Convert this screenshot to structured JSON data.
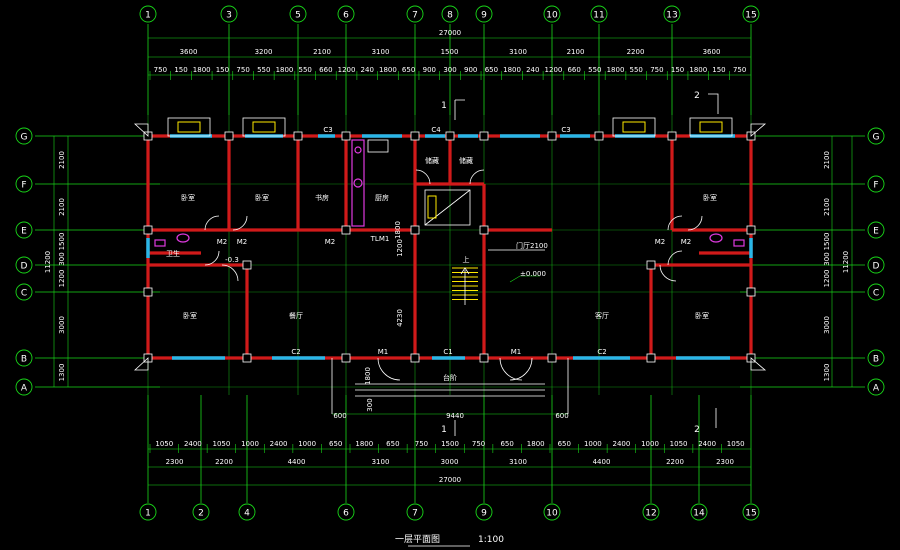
{
  "drawing": {
    "title": "一层平面图",
    "scale": "1:100",
    "colors": {
      "background": "#000000",
      "grid": "#19d819",
      "wall": "#d11a1a",
      "window": "#29b7e8",
      "text": "#ffffff",
      "fixture": "#e03ae0",
      "stair": "#ffea00"
    }
  },
  "axes": {
    "top": [
      "1",
      "3",
      "5",
      "6",
      "7",
      "8",
      "9",
      "10",
      "11",
      "13",
      "15"
    ],
    "bottom": [
      "1",
      "2",
      "4",
      "6",
      "7",
      "9",
      "10",
      "12",
      "14",
      "15"
    ],
    "left": [
      "G",
      "F",
      "E",
      "D",
      "C",
      "B",
      "A"
    ],
    "right": [
      "G",
      "F",
      "E",
      "D",
      "C",
      "B",
      "A"
    ]
  },
  "dimensions": {
    "top_total": "27000",
    "top_row1": [
      "3600",
      "3200",
      "2100",
      "3100",
      "1500",
      "3100",
      "2100",
      "2200",
      "3600"
    ],
    "top_row2": [
      "750",
      "150",
      "1800",
      "150",
      "750",
      "550",
      "1800",
      "550",
      "660",
      "1200",
      "240",
      "1800",
      "650",
      "900",
      "300",
      "900",
      "650",
      "1800",
      "240",
      "1200",
      "660",
      "550",
      "1800",
      "550",
      "750",
      "150",
      "1800",
      "150",
      "750"
    ],
    "bottom_row1": [
      "1050",
      "2400",
      "1050",
      "1000",
      "2400",
      "1000",
      "650",
      "1800",
      "650",
      "750",
      "1500",
      "750",
      "650",
      "1800",
      "650",
      "1000",
      "2400",
      "1000",
      "1050",
      "2400",
      "1050"
    ],
    "bottom_row2": [
      "2300",
      "2200",
      "4400",
      "3100",
      "3000",
      "3100",
      "4400",
      "2200",
      "2300"
    ],
    "bottom_total": "27000",
    "left": [
      "2100",
      "2100",
      "1500",
      "300",
      "1200",
      "3000",
      "1300"
    ],
    "left_total": "11200",
    "right": [
      "2100",
      "2100",
      "1500",
      "300",
      "1200",
      "3000",
      "1300"
    ],
    "right_total": "11200",
    "porch": [
      "600",
      "9440",
      "600",
      "300",
      "1800"
    ]
  },
  "rooms": {
    "bedroom_nw": "卧室",
    "bedroom_n2": "卧室",
    "study": "书房",
    "kitchen": "厨房",
    "storage1": "储藏",
    "storage2": "储藏",
    "bedroom_ne": "卧室",
    "bath_w": "卫生",
    "dining": "餐厅",
    "bedroom_sw": "卧室",
    "living": "客厅",
    "bedroom_se": "卧室",
    "porch": "台阶",
    "lobby": "门厅"
  },
  "annotations": {
    "section1": "1",
    "section2": "2",
    "elev_zero": "±0.000",
    "stair_up": "上",
    "lobby_dim": "门厅2100",
    "h4230": "4230",
    "h1200": "1200",
    "h1800": "1800",
    "m1": "M1",
    "m2": "M2",
    "c1": "C1",
    "c2": "C2",
    "c3": "C3",
    "c4": "C4",
    "tm1": "TLM1",
    "z1": "-0.3"
  }
}
